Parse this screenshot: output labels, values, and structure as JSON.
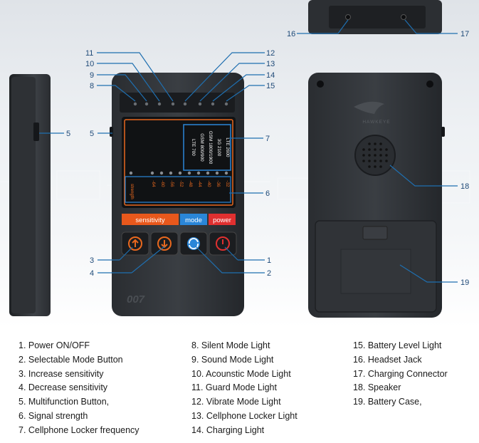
{
  "callouts": [
    "1",
    "2",
    "3",
    "4",
    "5",
    "6",
    "7",
    "8",
    "9",
    "10",
    "11",
    "12",
    "13",
    "14",
    "15",
    "16",
    "17",
    "18",
    "19"
  ],
  "display": {
    "freq_lines": [
      "LTE 2600",
      "3G 2100",
      "GSM 1800/1900",
      "GSM 800/900",
      "LTE 700"
    ],
    "signal_values": [
      "-32",
      "-36",
      "-40",
      "-44",
      "-48",
      "-52",
      "-56",
      "-60",
      "-64"
    ],
    "signal_label": "strength"
  },
  "buttons": {
    "sensitivity": "sensitivity",
    "mode": "mode",
    "power": "power"
  },
  "brand": {
    "front": "007",
    "back": "HAWKEYE"
  },
  "legend": {
    "col1": [
      "1. Power ON/OFF",
      "2. Selectable Mode Button",
      "3. Increase sensitivity",
      "4. Decrease sensitivity",
      "5. Multifunction Button,",
      "6. Signal strength",
      "7. Cellphone Locker frequency"
    ],
    "col2": [
      "8. Silent Mode Light",
      "9. Sound Mode Light",
      "10. Acounstic Mode Light",
      "11. Guard Mode Light",
      "12. Vibrate Mode Light",
      "13. Cellphone Locker Light",
      "14. Charging Light"
    ],
    "col3": [
      "15. Battery Level Light",
      "16. Headset Jack",
      "17. Charging Connector",
      "18. Speaker",
      "19. Battery Case,"
    ]
  },
  "colors": {
    "callout_line": "#1f6fb0",
    "display_orange": "#e8681e",
    "sensitivity_bg": "#e8581c",
    "mode_bg": "#2a86d8",
    "power_bg": "#e03030"
  }
}
